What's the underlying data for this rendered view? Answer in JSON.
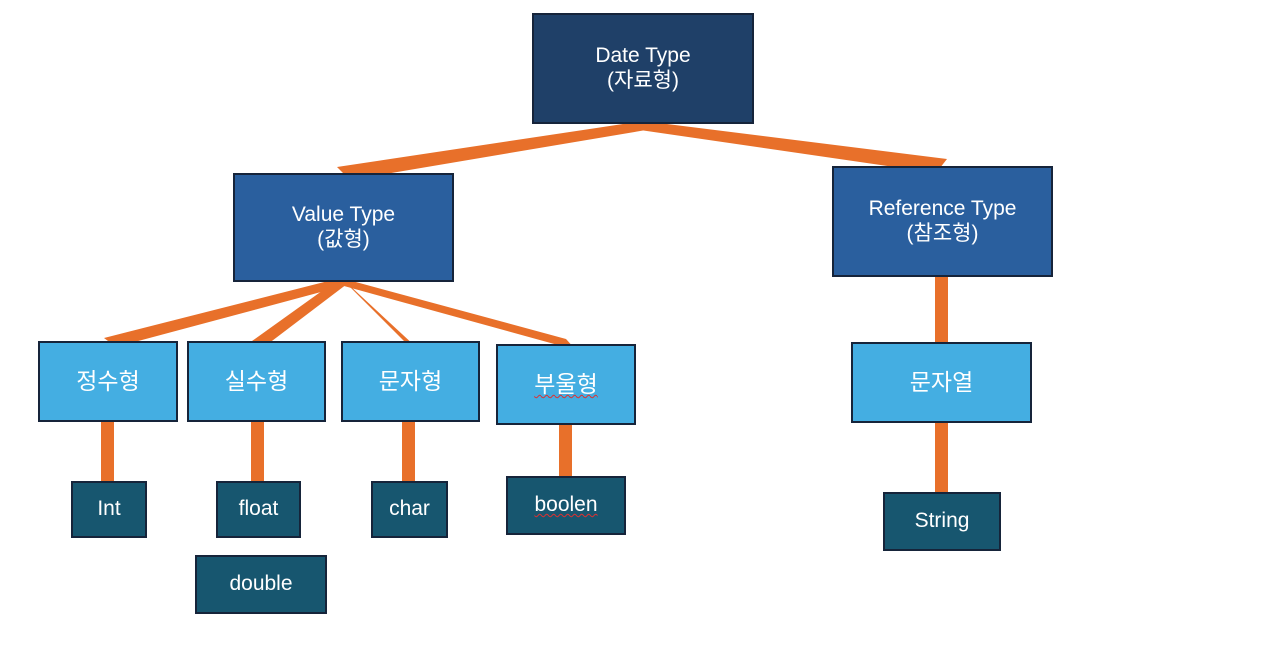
{
  "diagram": {
    "title": "Date Type hierarchy diagram",
    "colors": {
      "root_fill": "#1F4068",
      "branch_fill": "#2A5F9E",
      "group_fill": "#44AEE2",
      "leaf_fill": "#17566F",
      "connector": "#E8702A",
      "border": "#16243A",
      "text": "#FFFFFF",
      "spellcheck_underline": "#E03030",
      "background": "#FFFFFF"
    },
    "nodes": {
      "root": {
        "line1": "Date Type",
        "line2": "(자료형)"
      },
      "value_type": {
        "line1": "Value Type",
        "line2": "(값형)"
      },
      "reference_type": {
        "line1": "Reference Type",
        "line2": "(참조형)"
      },
      "integer_group": {
        "line1": "정수형"
      },
      "float_group": {
        "line1": "실수형"
      },
      "char_group": {
        "line1": "문자형"
      },
      "bool_group": {
        "line1": "부울형"
      },
      "string_group": {
        "line1": "문자열"
      },
      "int_leaf": {
        "line1": "Int"
      },
      "float_leaf": {
        "line1": "float"
      },
      "double_leaf": {
        "line1": "double"
      },
      "char_leaf": {
        "line1": "char"
      },
      "boolen_leaf": {
        "line1": "boolen"
      },
      "string_leaf": {
        "line1": "String"
      }
    }
  }
}
